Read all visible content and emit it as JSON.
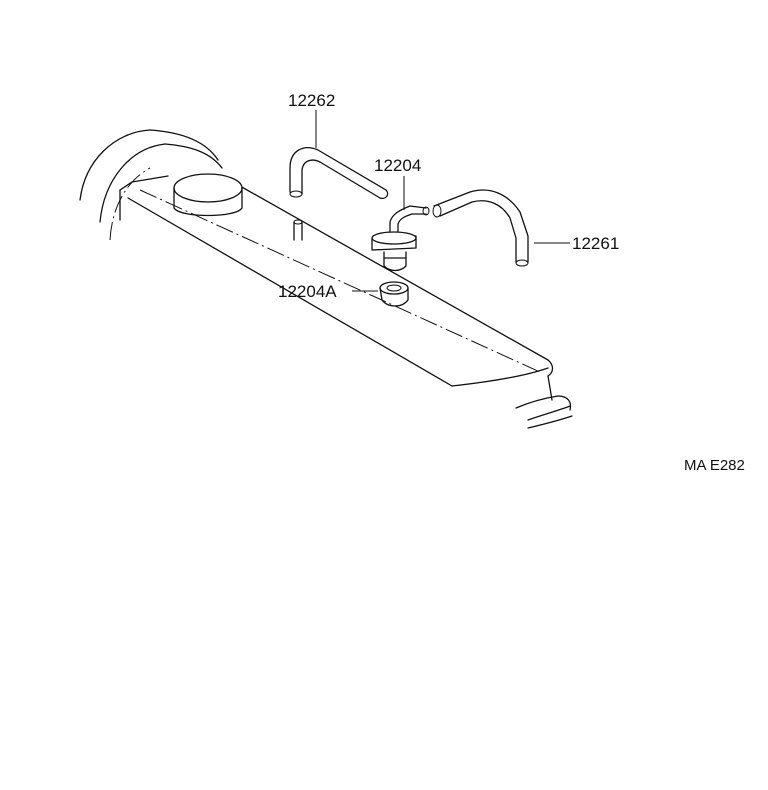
{
  "diagram": {
    "parts": [
      {
        "number": "12262"
      },
      {
        "number": "12204"
      },
      {
        "number": "12261"
      },
      {
        "number": "12204A"
      }
    ],
    "illustration_code": "MA E282"
  }
}
